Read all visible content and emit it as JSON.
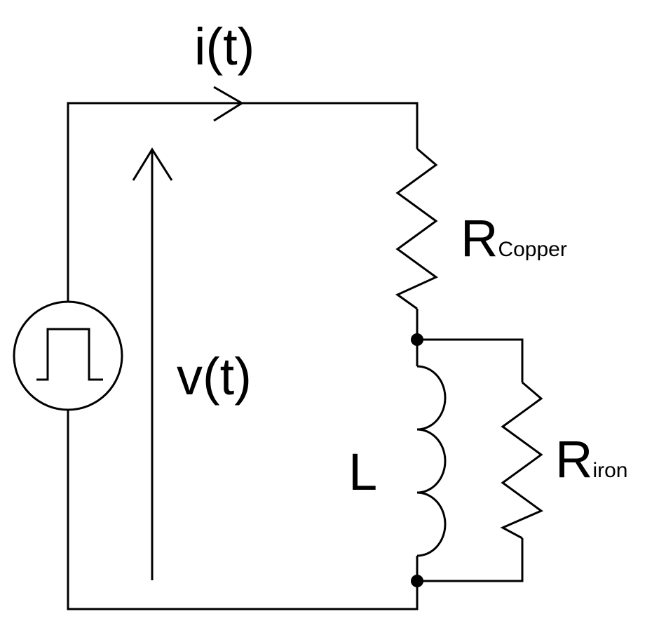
{
  "diagram": {
    "type": "circuit-schematic",
    "labels": {
      "current": "i(t)",
      "voltage": "v(t)",
      "resistor_copper_main": "R",
      "resistor_copper_sub": "Copper",
      "inductor": "L",
      "resistor_iron_main": "R",
      "resistor_iron_sub": "iron"
    },
    "components": [
      {
        "kind": "pulse-voltage-source",
        "icon": "pulse-source-icon"
      },
      {
        "kind": "resistor",
        "icon": "resistor-icon"
      },
      {
        "kind": "inductor",
        "icon": "inductor-icon"
      },
      {
        "kind": "resistor",
        "icon": "resistor-icon"
      }
    ],
    "colors": {
      "stroke": "#000000",
      "background": "#ffffff"
    }
  }
}
